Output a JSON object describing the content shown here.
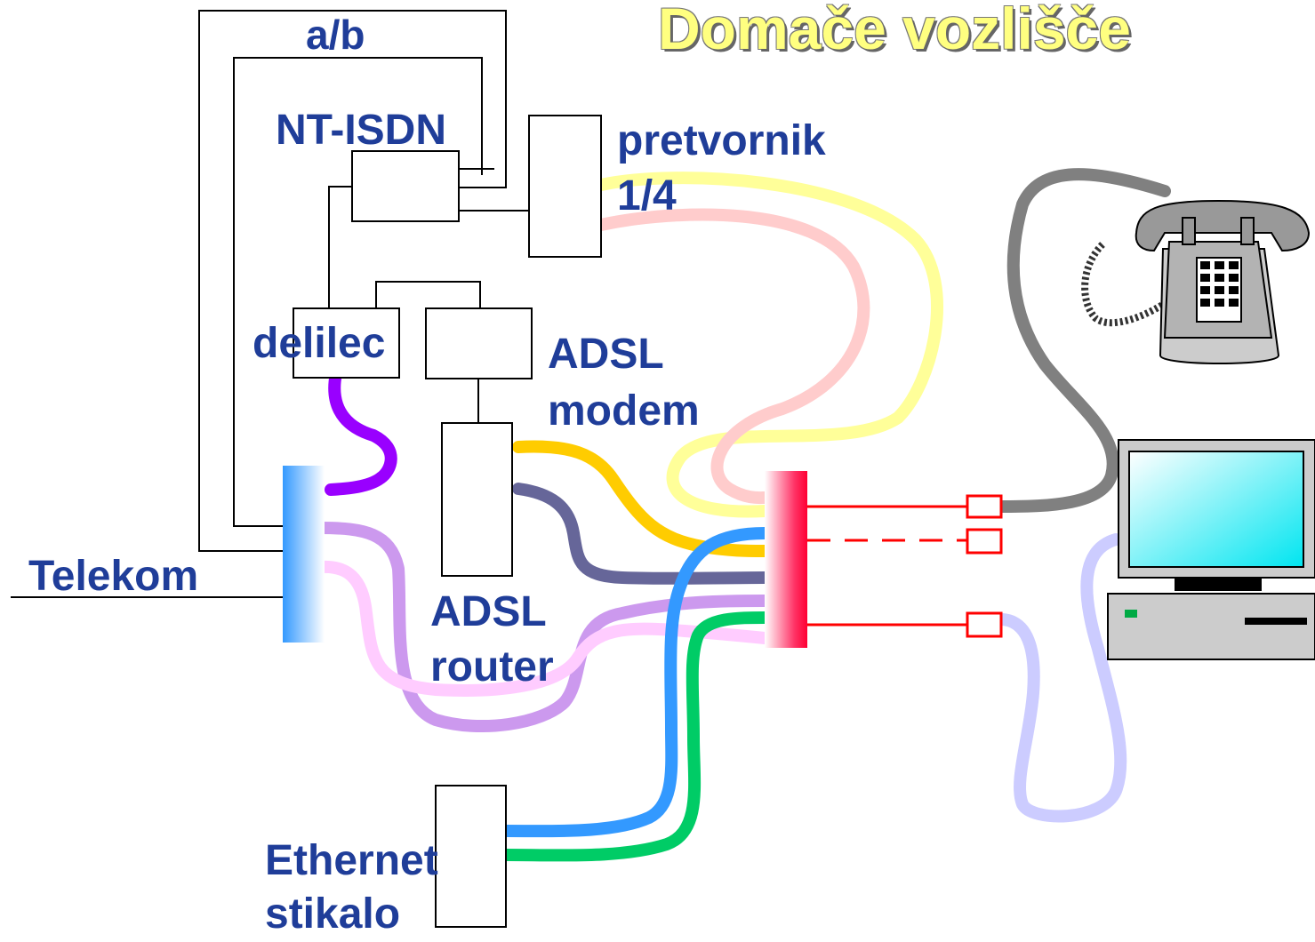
{
  "title": "Domače vozlišče",
  "labels": {
    "ab": "a/b",
    "nt_isdn": "NT-ISDN",
    "pretvornik_line1": "pretvornik",
    "pretvornik_line2": "1/4",
    "delilec": "delilec",
    "adsl_modem_line1": "ADSL",
    "adsl_modem_line2": "modem",
    "telekom": "Telekom",
    "adsl_router_line1": "ADSL",
    "adsl_router_line2": "router",
    "ethernet_line1": "Ethernet",
    "ethernet_line2": "stikalo"
  },
  "colors": {
    "label_text": "#1f3d99",
    "title_fill": "#ffff80",
    "cable_yellow": "#ffff99",
    "cable_pink": "#ffcccc",
    "cable_violet": "#9900ff",
    "cable_lilac": "#cc99ee",
    "cable_light_pink": "#ffccff",
    "cable_orange": "#ffcc00",
    "cable_slate": "#666699",
    "cable_blue": "#3399ff",
    "cable_green": "#00cc66",
    "cable_grey": "#808080",
    "cable_periwinkle": "#ccccff",
    "socket_red": "#ff0000"
  },
  "icons": [
    "telephone-icon",
    "computer-icon"
  ]
}
